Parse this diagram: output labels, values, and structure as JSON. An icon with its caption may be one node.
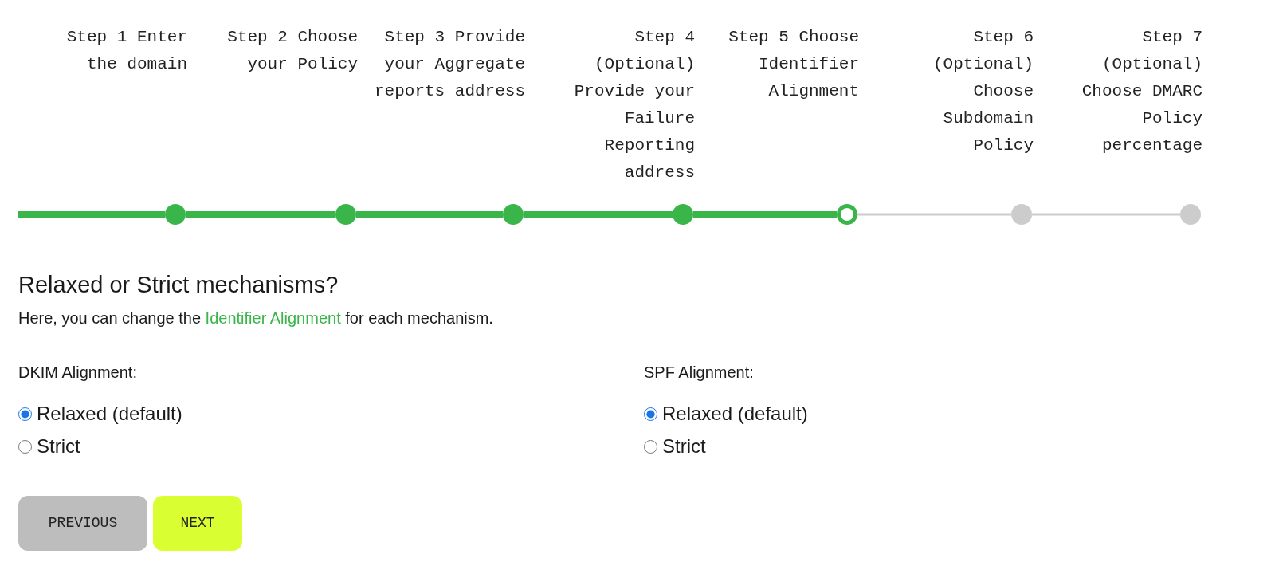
{
  "diagram": {
    "title": "Relaxed or Strict mechanisms?",
    "nodes": [
      {
        "text": [],
        "shape": "circle"
      },
      {
        "text": [],
        "shape": "circle"
      },
      {
        "text": [],
        "shape": "circle"
      },
      {
        "text": [],
        "shape": "circle"
      },
      {
        "text": [],
        "shape": "circle"
      },
      {
        "text": [],
        "shape": "circle"
      },
      {
        "text": [],
        "shape": "circle"
      }
    ],
    "edges": [
      {
        "from": null,
        "to": 0,
        "arrow": "none"
      },
      {
        "from": 0,
        "to": 1,
        "arrow": "none"
      },
      {
        "from": 1,
        "to": 2,
        "arrow": "none"
      },
      {
        "from": 2,
        "to": 3,
        "arrow": "none"
      },
      {
        "from": 3,
        "to": 4,
        "arrow": "none"
      },
      {
        "from": 4,
        "to": 5,
        "arrow": "none",
        "color": "#cccccc"
      },
      {
        "from": 5,
        "to": 6,
        "arrow": "none",
        "color": "#cccccc"
      }
    ],
    "labels": [
      "Step 1 Enter the domain",
      "Step 2 Choose your Policy",
      "Step 3 Provide your Aggregate reports address",
      "Step 4 (Optional) Provide your Failure Reporting address",
      "Step 5 Choose Identifier Alignment",
      "Step 6 (Optional) Choose Subdomain Policy",
      "Step 7 (Optional) Choose DMARC Policy percentage",
      "Here, you can change the",
      "Identifier Alignment",
      "for each mechanism.",
      "DKIM Alignment:",
      "Relaxed (default)",
      "Strict",
      "SPF Alignment:",
      "Relaxed (default)",
      "Strict",
      "PREVIOUS",
      "NEXT"
    ]
  }
}
